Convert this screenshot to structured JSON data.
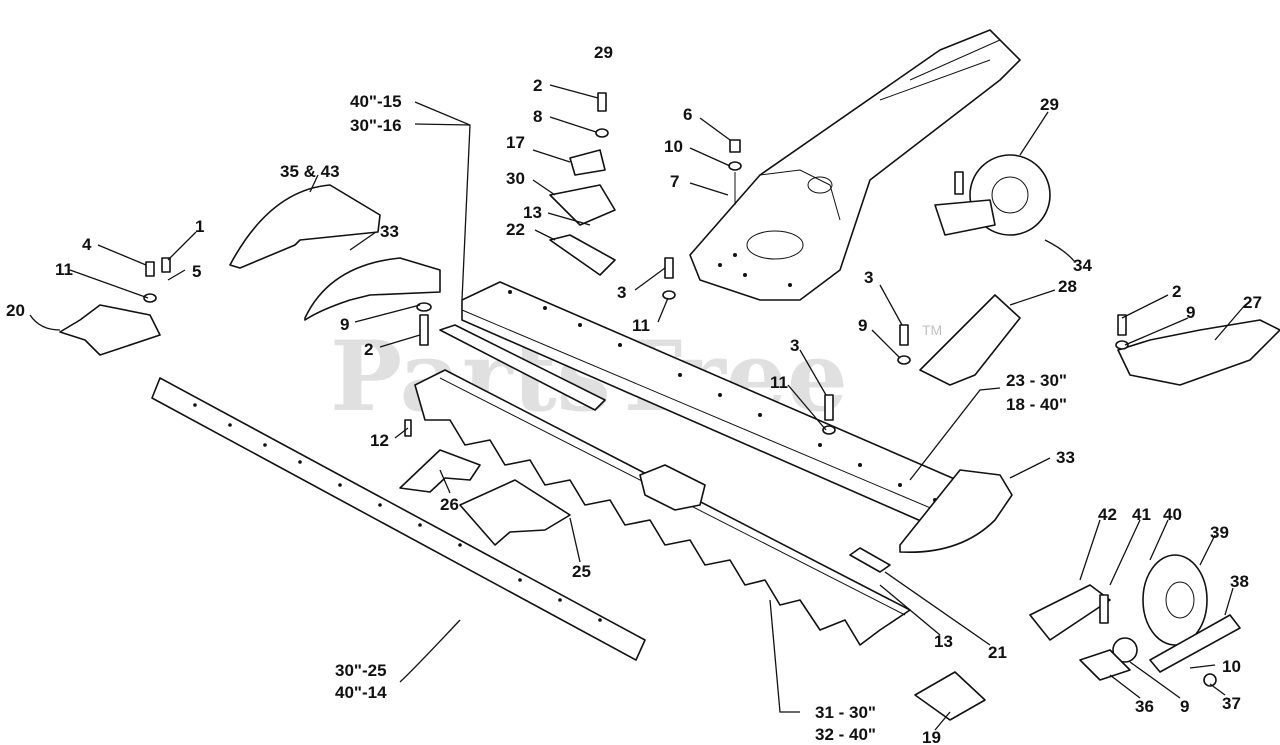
{
  "watermark": {
    "text": "PartsTree",
    "tm": "TM"
  },
  "callouts": {
    "c29a": "29",
    "c2a": "2",
    "c8": "8",
    "c17": "17",
    "c30": "30",
    "c13a": "13",
    "c22": "22",
    "c6": "6",
    "c10a": "10",
    "c7": "7",
    "c3a": "3",
    "c11a": "11",
    "c40_15": "40\"-15",
    "c30_16": "30\"-16",
    "c35_43": "35 & 43",
    "c33a": "33",
    "c1": "1",
    "c4": "4",
    "c5": "5",
    "c11b": "11",
    "c20": "20",
    "c9a": "9",
    "c2b": "2",
    "c29b": "29",
    "c34": "34",
    "c3b": "3",
    "c28": "28",
    "c9b": "9",
    "c2c": "2",
    "c9c": "9",
    "c27": "27",
    "c3c": "3",
    "c11c": "11",
    "c23_30": "23 - 30\"",
    "c18_40": "18 - 40\"",
    "c12": "12",
    "c26": "26",
    "c25": "25",
    "c33b": "33",
    "c42": "42",
    "c41": "41",
    "c40": "40",
    "c39": "39",
    "c38": "38",
    "c13b": "13",
    "c21": "21",
    "c10b": "10",
    "c37": "37",
    "c36": "36",
    "c9d": "9",
    "c30_25": "30\"-25",
    "c40_14": "40\"-14",
    "c31_30": "31 - 30\"",
    "c32_40": "32 - 40\"",
    "c19": "19"
  }
}
